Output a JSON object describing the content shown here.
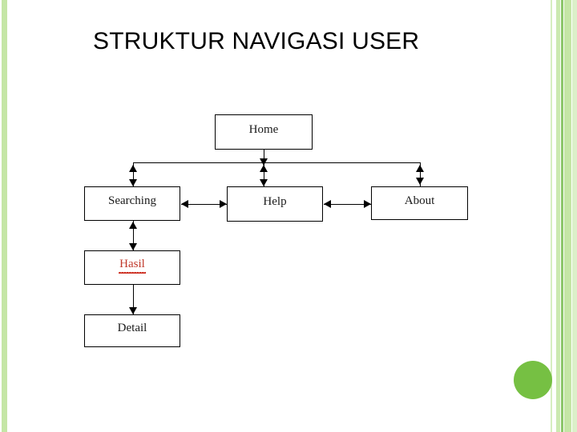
{
  "slide": {
    "title": "STRUKTUR NAVIGASI USER",
    "background_color": "#ffffff",
    "accent_color": "#76c043",
    "band_color": "#c5e6a6"
  },
  "diagram": {
    "type": "navigation-structure",
    "nodes": [
      {
        "id": "home",
        "label": "Home",
        "level": 1
      },
      {
        "id": "searching",
        "label": "Searching",
        "level": 2
      },
      {
        "id": "help",
        "label": "Help",
        "level": 2
      },
      {
        "id": "about",
        "label": "About",
        "level": 2
      },
      {
        "id": "hasil",
        "label": "Hasil",
        "level": 3,
        "spellcheck_error": true
      },
      {
        "id": "detail",
        "label": "Detail",
        "level": 4
      }
    ],
    "edges": [
      {
        "from": "home",
        "to": "searching",
        "style": "double-arrow"
      },
      {
        "from": "home",
        "to": "help",
        "style": "double-arrow"
      },
      {
        "from": "home",
        "to": "about",
        "style": "double-arrow"
      },
      {
        "from": "searching",
        "to": "help",
        "style": "double-arrow"
      },
      {
        "from": "help",
        "to": "about",
        "style": "double-arrow"
      },
      {
        "from": "searching",
        "to": "hasil",
        "style": "double-arrow"
      },
      {
        "from": "hasil",
        "to": "detail",
        "style": "single-arrow"
      }
    ]
  }
}
